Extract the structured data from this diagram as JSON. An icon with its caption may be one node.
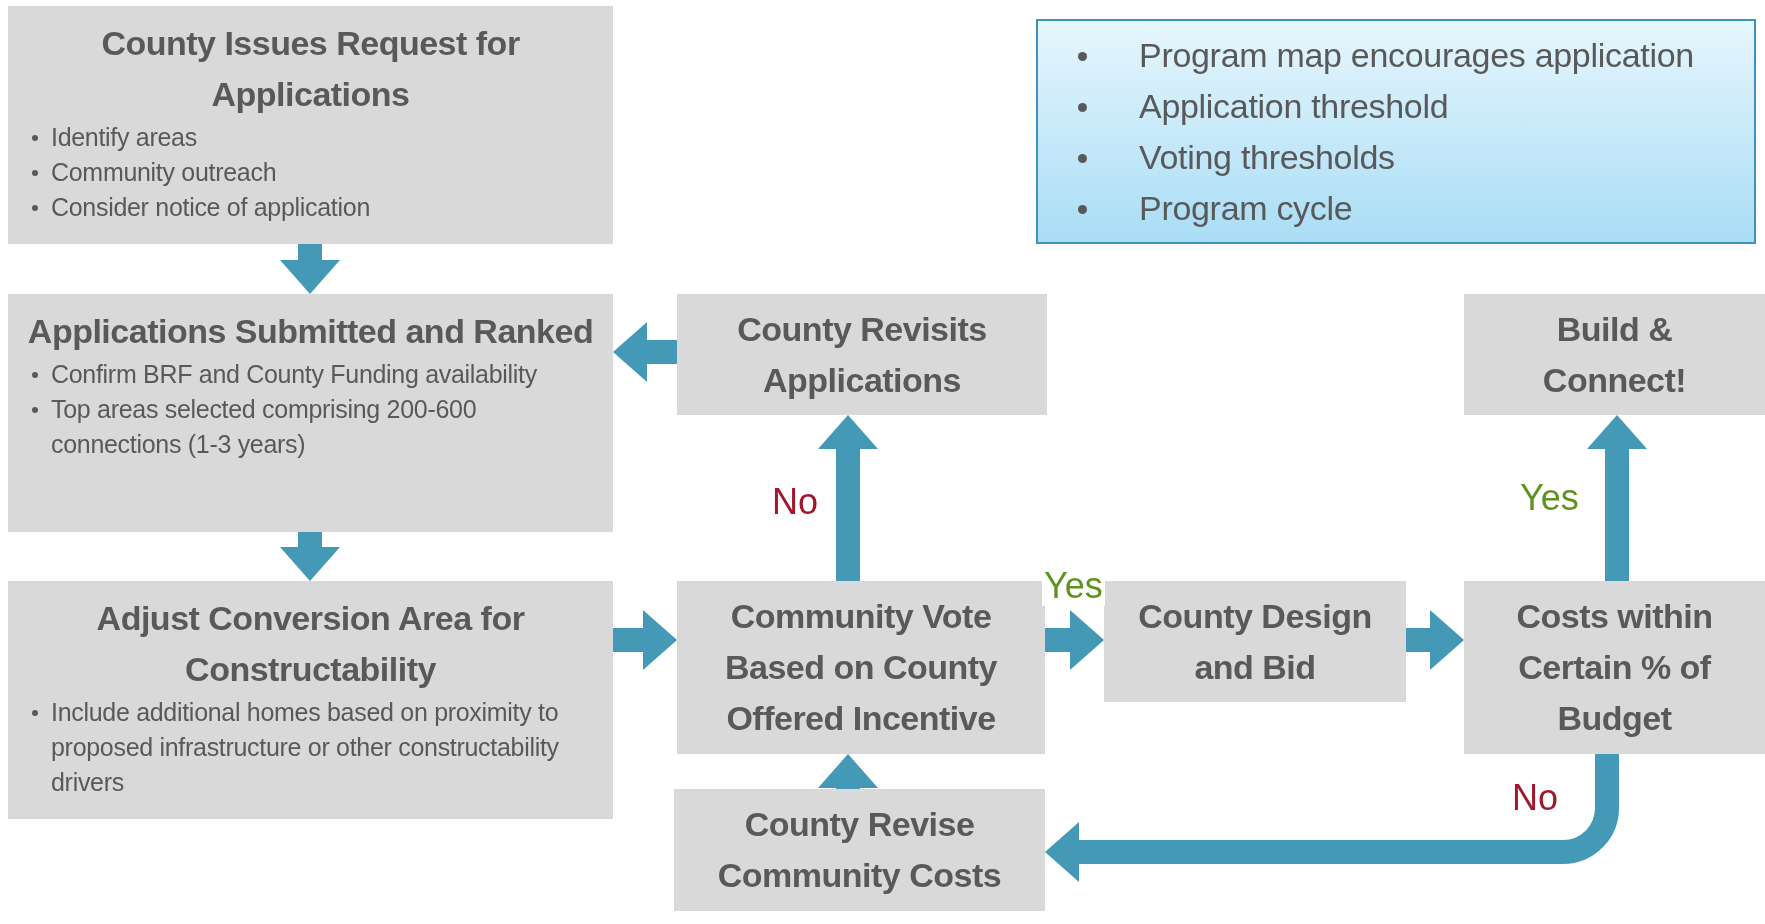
{
  "diagram": {
    "nodes": [
      {
        "text": [
          "County Issues Request for Applications",
          "Identify areas",
          "Community outreach",
          "Consider notice of application"
        ]
      },
      {
        "text": [
          "Program map encourages application",
          "Application threshold",
          "Voting thresholds",
          "Program cycle"
        ]
      },
      {
        "text": [
          "Applications Submitted and Ranked",
          "Confirm BRF and County Funding availability",
          "Top areas selected comprising 200-600 connections (1-3 years)"
        ]
      },
      {
        "text": [
          "County Revisits Applications"
        ]
      },
      {
        "text": [
          "Build & Connect!"
        ]
      },
      {
        "text": [
          "Adjust Conversion Area for Constructability",
          "Include additional homes based on proximity to proposed infrastructure or other constructability drivers"
        ]
      },
      {
        "text": [
          "Community Vote Based on County Offered Incentive"
        ]
      },
      {
        "text": [
          "County Design and Bid"
        ]
      },
      {
        "text": [
          "Costs within Certain % of Budget"
        ]
      },
      {
        "text": [
          "County Revise Community Costs"
        ]
      }
    ],
    "edges": [
      {
        "from": 0,
        "to": 2,
        "arrow": "to"
      },
      {
        "from": 2,
        "to": 5,
        "arrow": "to"
      },
      {
        "from": 5,
        "to": 6,
        "arrow": "to"
      },
      {
        "from": 3,
        "to": 2,
        "arrow": "to"
      },
      {
        "from": 6,
        "to": 3,
        "arrow": "to",
        "label": "No"
      },
      {
        "from": 6,
        "to": 7,
        "arrow": "to",
        "label": "Yes"
      },
      {
        "from": 7,
        "to": 8,
        "arrow": "to"
      },
      {
        "from": 8,
        "to": 4,
        "arrow": "to",
        "label": "Yes"
      },
      {
        "from": 8,
        "to": 9,
        "arrow": "to",
        "label": "No"
      },
      {
        "from": 9,
        "to": 6,
        "arrow": "to"
      }
    ]
  }
}
